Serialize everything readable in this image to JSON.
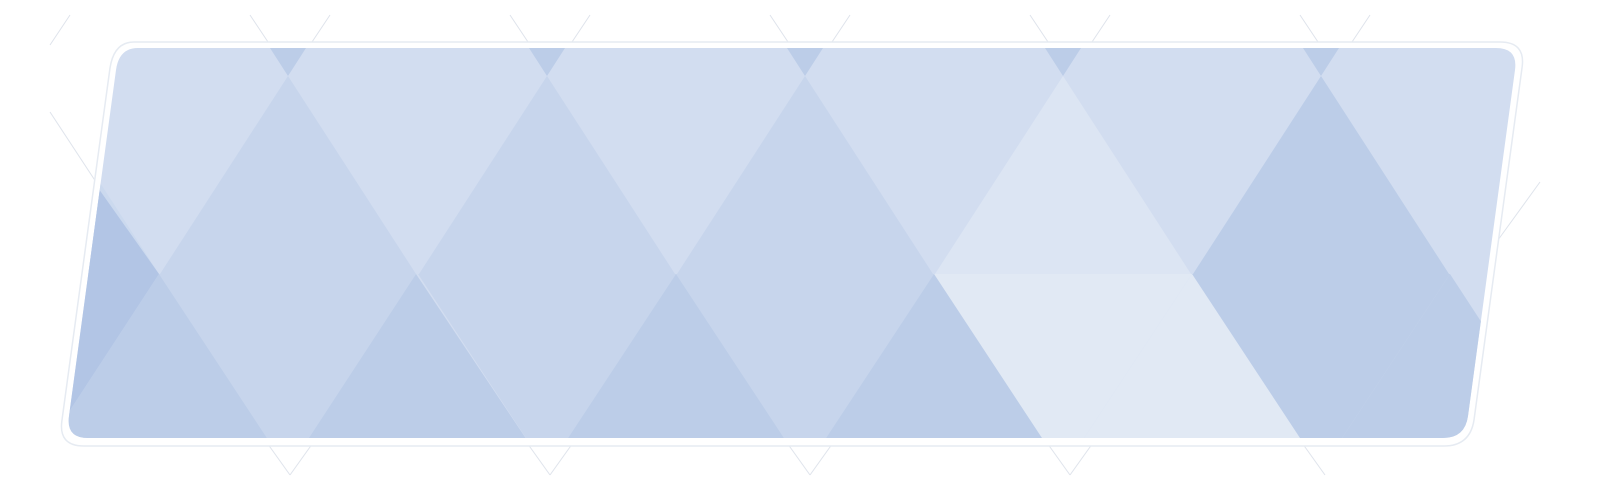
{
  "banner": {
    "colors": {
      "page_background": "#ffffff",
      "border": "#ffffff",
      "light": "#d2ddf0",
      "pale": "#dce5f3",
      "palest": "#e1e9f4",
      "mid": "#c7d5ec",
      "deep": "#bccde8",
      "deeper": "#b2c5e5"
    },
    "shapes": [
      "upper-triangle",
      "inverted-triangle",
      "diamond",
      "lower-triangle"
    ]
  }
}
